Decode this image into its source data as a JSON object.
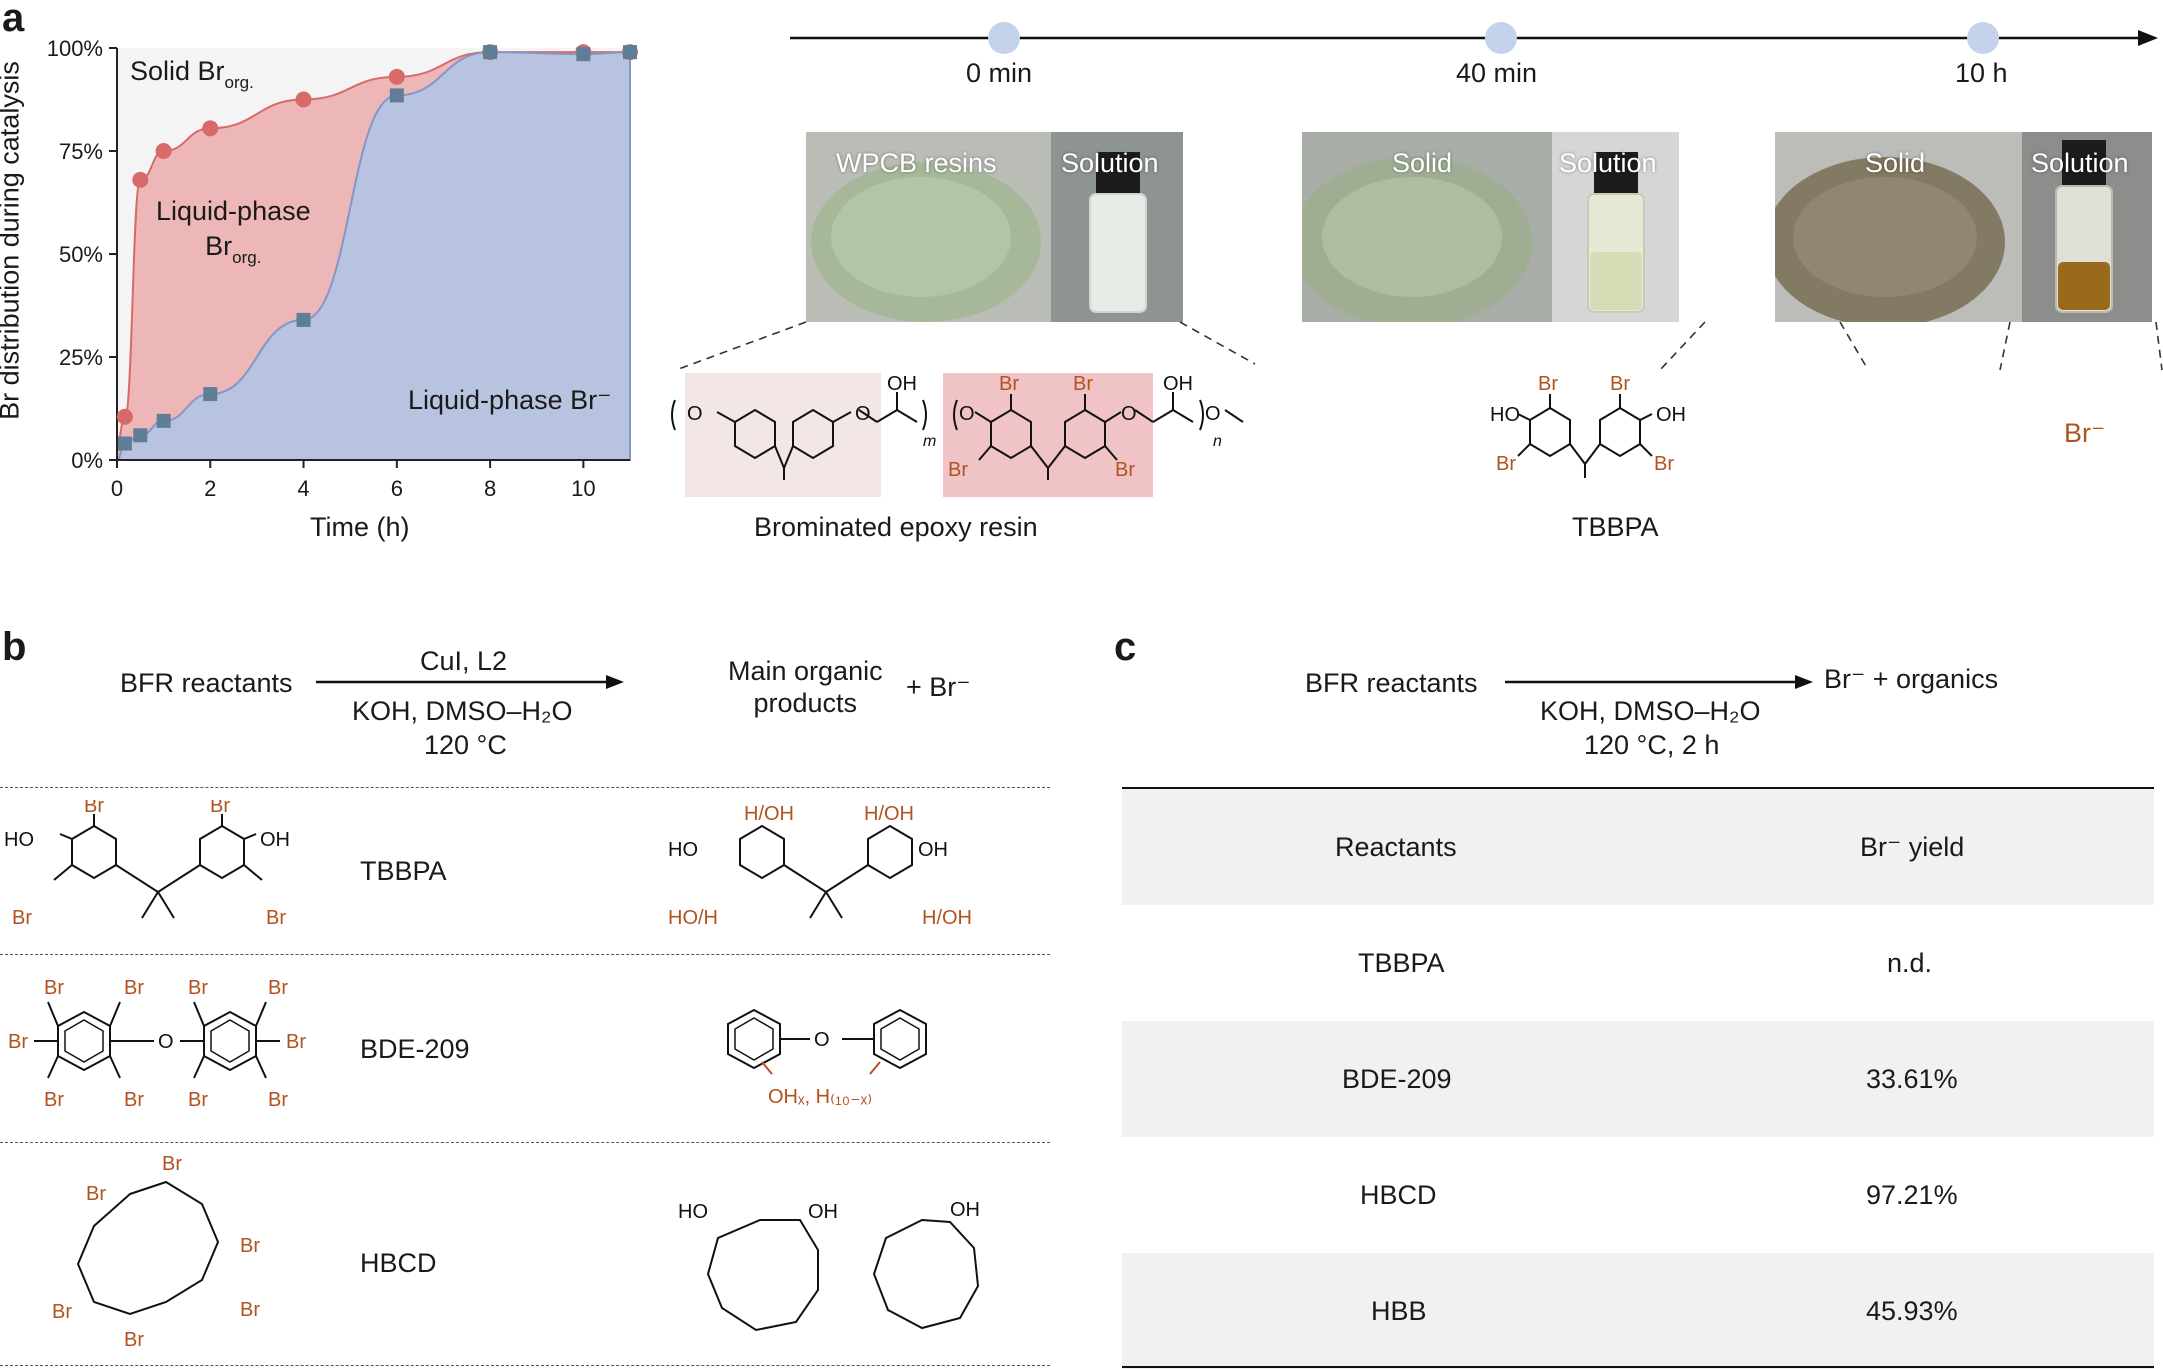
{
  "panels": {
    "a": "a",
    "b": "b",
    "c": "c"
  },
  "chart_data": {
    "type": "area+scatter",
    "xlabel": "Time (h)",
    "ylabel": "Br distribution during catalysis",
    "xlim": [
      0,
      11
    ],
    "ylim": [
      0,
      100
    ],
    "x_ticks": [
      "0",
      "2",
      "4",
      "6",
      "8",
      "10"
    ],
    "y_ticks": [
      "0%",
      "25%",
      "50%",
      "75%",
      "100%"
    ],
    "regions": {
      "solid": {
        "label": "Solid Br",
        "sub": "org.",
        "color": "#f4f4f4"
      },
      "liquid_org": {
        "label": "Liquid-phase",
        "label2": "Br",
        "sub": "org.",
        "color": "#eeb7b7"
      },
      "liquid_br": {
        "label": "Liquid-phase Br⁻",
        "color": "#b8c3e0"
      }
    },
    "series": [
      {
        "marker": "circle",
        "color": "#d96a6a",
        "x": [
          0,
          0.17,
          0.5,
          1,
          2,
          4,
          6,
          8,
          10,
          11
        ],
        "y": [
          4,
          10.5,
          68,
          75,
          80.5,
          87.5,
          93,
          99,
          99,
          99
        ]
      },
      {
        "marker": "square",
        "color": "#5e7e97",
        "x": [
          0,
          0.17,
          0.5,
          1,
          2,
          4,
          6,
          8,
          10,
          11
        ],
        "y": [
          0,
          4,
          6,
          9.5,
          16,
          34,
          88.5,
          99,
          98.5,
          99
        ]
      }
    ]
  },
  "timeline": {
    "labels": [
      "0 min",
      "40 min",
      "10 h"
    ],
    "dot_color": "#c5d2ec"
  },
  "photos": [
    {
      "left_label": "WPCB resins",
      "right_label": "Solution",
      "solid_color": "#a7b89a",
      "liquid_color": "#e6ece6"
    },
    {
      "left_label": "Solid",
      "right_label": "Solution",
      "solid_color": "#9fae92",
      "liquid_color": "#d7dcb6"
    },
    {
      "left_label": "Solid",
      "right_label": "Solution",
      "solid_color": "#837a63",
      "liquid_color": "#9a6a1c"
    }
  ],
  "structures": {
    "resin_caption": "Brominated epoxy resin",
    "tbbpa_caption": "TBBPA",
    "br_ion": "Br⁻",
    "resin_m": "m",
    "resin_n": "n",
    "oh": "OH",
    "o": "O",
    "br": "Br",
    "ho": "HO"
  },
  "panel_b": {
    "reactants": "BFR reactants",
    "reagent_top": "CuI, L2",
    "reagent_bottom1": "KOH, DMSO–H₂O",
    "reagent_bottom2": "120 °C",
    "products1": "Main organic",
    "products2": "products",
    "plus_br": "+ Br⁻",
    "rows": [
      {
        "name": "TBBPA",
        "sub1": "H/OH",
        "sub2": "HO/H",
        "sub3": "H/OH"
      },
      {
        "name": "BDE-209",
        "prod_label": "OHₓ, H₍₁₀₋ₓ₎"
      },
      {
        "name": "HBCD"
      }
    ]
  },
  "panel_c": {
    "reactants": "BFR reactants",
    "products": "Br⁻ + organics",
    "reagent1": "KOH, DMSO–H₂O",
    "reagent2": "120 °C, 2 h",
    "table": {
      "headers": [
        "Reactants",
        "Br⁻ yield"
      ],
      "rows": [
        [
          "TBBPA",
          "n.d."
        ],
        [
          "BDE-209",
          "33.61%"
        ],
        [
          "HBCD",
          "97.21%"
        ],
        [
          "HBB",
          "45.93%"
        ]
      ]
    }
  },
  "colors": {
    "bromine": "#b0541f",
    "text": "#1a1a1a",
    "axis": "#222222"
  }
}
